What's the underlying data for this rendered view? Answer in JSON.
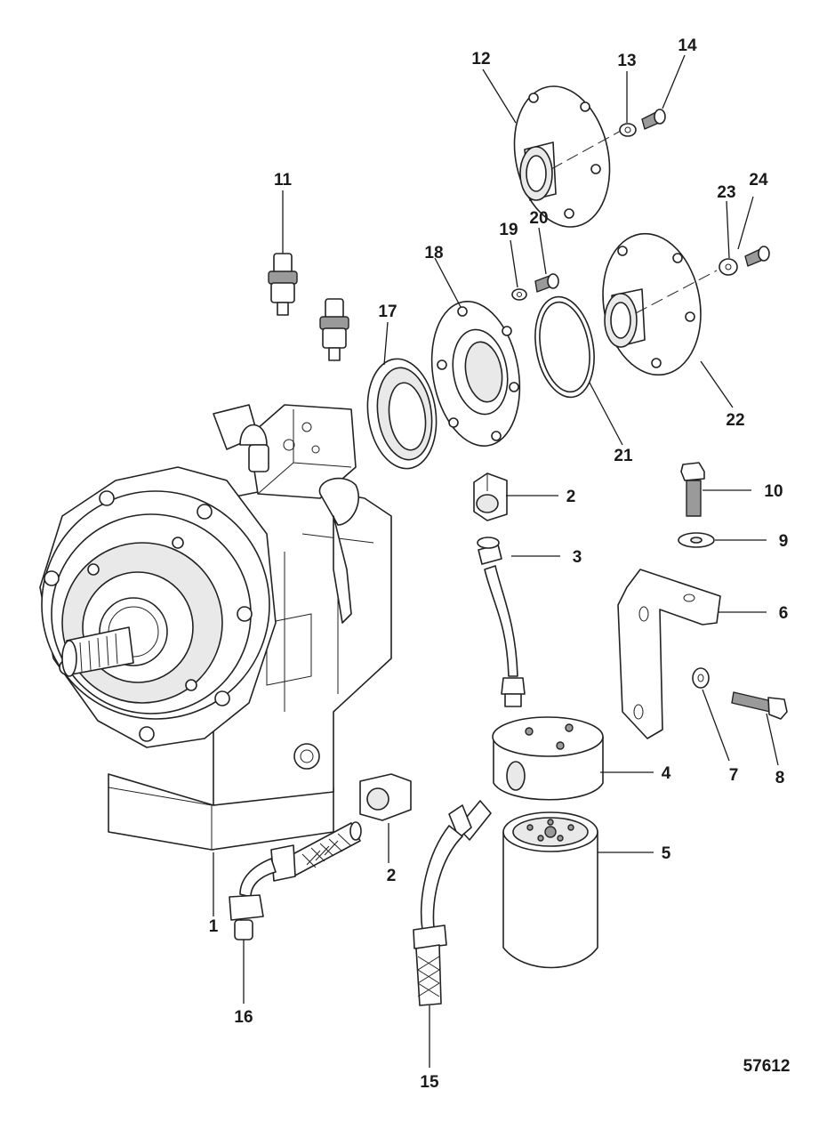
{
  "figure_number": "57612",
  "callouts": [
    {
      "id": "c1",
      "label": "1"
    },
    {
      "id": "c2a",
      "label": "2"
    },
    {
      "id": "c2b",
      "label": "2"
    },
    {
      "id": "c3",
      "label": "3"
    },
    {
      "id": "c4",
      "label": "4"
    },
    {
      "id": "c5",
      "label": "5"
    },
    {
      "id": "c6",
      "label": "6"
    },
    {
      "id": "c7",
      "label": "7"
    },
    {
      "id": "c8",
      "label": "8"
    },
    {
      "id": "c9",
      "label": "9"
    },
    {
      "id": "c10",
      "label": "10"
    },
    {
      "id": "c11",
      "label": "11"
    },
    {
      "id": "c12",
      "label": "12"
    },
    {
      "id": "c13",
      "label": "13"
    },
    {
      "id": "c14",
      "label": "14"
    },
    {
      "id": "c15",
      "label": "15"
    },
    {
      "id": "c16",
      "label": "16"
    },
    {
      "id": "c17",
      "label": "17"
    },
    {
      "id": "c18",
      "label": "18"
    },
    {
      "id": "c19",
      "label": "19"
    },
    {
      "id": "c20",
      "label": "20"
    },
    {
      "id": "c21",
      "label": "21"
    },
    {
      "id": "c22",
      "label": "22"
    },
    {
      "id": "c23",
      "label": "23"
    },
    {
      "id": "c24",
      "label": "24"
    }
  ]
}
